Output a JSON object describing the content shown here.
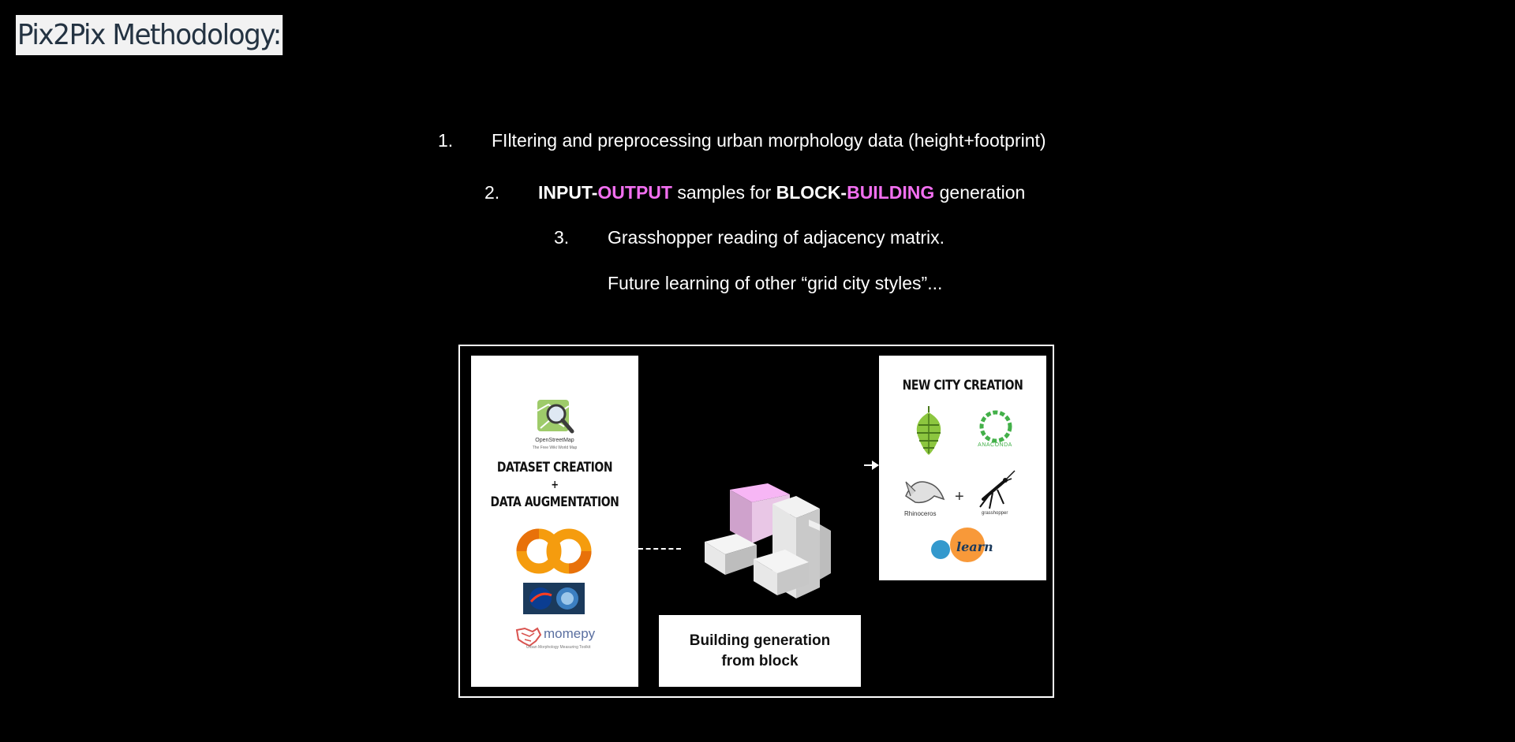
{
  "page": {
    "title": "Pix2Pix Methodology:"
  },
  "steps": [
    {
      "number": "1.",
      "text": "FIltering and preprocessing urban morphology data (height+footprint)"
    },
    {
      "number": "2.",
      "input_word": "INPUT",
      "dash1": "-",
      "output_word": "OUTPUT",
      "mid_text": " samples for ",
      "block_word": "BLOCK",
      "dash2": "-",
      "building_word": "BUILDING",
      "end_text": " generation"
    },
    {
      "number": "3.",
      "text": "Grasshopper reading of adjacency matrix."
    }
  ],
  "future_note": "Future learning of other “grid city styles”...",
  "diagram": {
    "left_panel": {
      "osm_name": "OpenStreetMap",
      "osm_tagline": "The Free Wiki World Map",
      "heading_1": "DATASET CREATION",
      "plus": "+",
      "heading_2": "DATA AUGMENTATION",
      "momepy_name": "momepy",
      "momepy_tagline": "Urban Morphology Measuring Toolkit"
    },
    "center": {
      "caption_line_1": "Building generation",
      "caption_line_2": "from block"
    },
    "right_panel": {
      "heading": "NEW CITY CREATION",
      "anaconda_name": "ANACONDA",
      "rhino_name": "Rhinoceros",
      "plus": "+",
      "grasshopper_name": "grasshopper",
      "sklearn_name": "learn"
    }
  },
  "colors": {
    "background": "#000000",
    "accent_pink": "#f26ff0",
    "title_bg": "#f2f2f2",
    "title_text": "#243342"
  },
  "icons": [
    "openstreetmap-logo-icon",
    "google-colab-logo-icon",
    "nasa-logo-icon",
    "momepy-logo-icon",
    "hops-logo-icon",
    "anaconda-logo-icon",
    "rhino-logo-icon",
    "grasshopper-logo-icon",
    "sklearn-logo-icon",
    "building-blocks-graphic"
  ]
}
